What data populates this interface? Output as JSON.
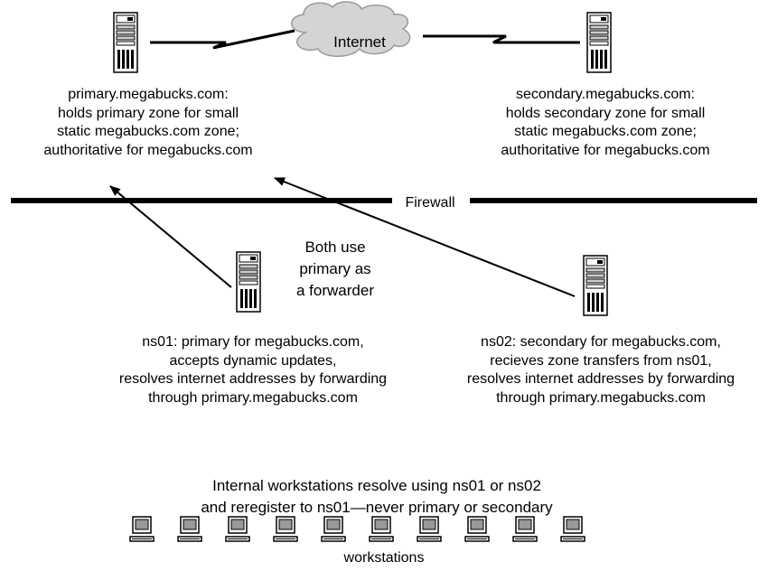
{
  "cloud_label": "Internet",
  "primary_server": {
    "lines": [
      "primary.megabucks.com:",
      "holds primary zone for small",
      "static megabucks.com zone;",
      "authoritative for megabucks.com"
    ]
  },
  "secondary_server": {
    "lines": [
      "secondary.megabucks.com:",
      "holds secondary zone for small",
      "static megabucks.com zone;",
      "authoritative for megabucks.com"
    ]
  },
  "firewall_label": "Firewall",
  "forwarder_note": {
    "lines": [
      "Both use",
      "primary as",
      "a forwarder"
    ]
  },
  "ns01": {
    "lines": [
      "ns01: primary for megabucks.com,",
      "accepts dynamic updates,",
      "resolves internet addresses by forwarding",
      "through primary.megabucks.com"
    ]
  },
  "ns02": {
    "lines": [
      "ns02: secondary for megabucks.com,",
      "recieves zone transfers from ns01,",
      "resolves internet addresses by forwarding",
      "through primary.megabucks.com"
    ]
  },
  "workstation_note": {
    "lines": [
      "Internal workstations resolve using ns01 or ns02",
      "and reregister to ns01—never primary or secondary"
    ]
  },
  "workstations_label": "workstations",
  "workstation_count": 10
}
